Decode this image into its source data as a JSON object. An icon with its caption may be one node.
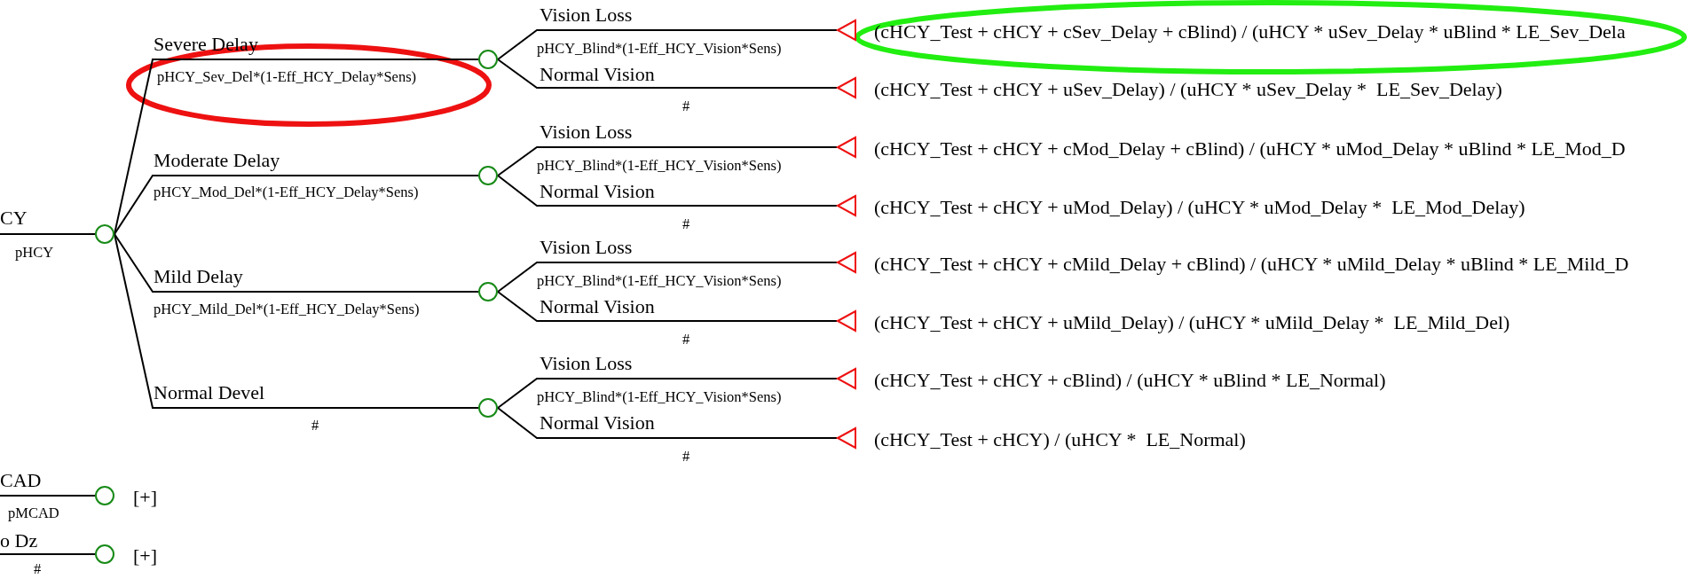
{
  "diagram": {
    "nodes": [
      {
        "text": [],
        "shape": "circle"
      },
      {
        "text": [],
        "shape": "circle"
      },
      {
        "text": [],
        "shape": "triangle",
        "beside": [
          "(cHCY_Test + cHCY + cSev_Delay + cBlind) / (uHCY * uSev_Delay * uBlind * LE_Sev_Dela"
        ]
      },
      {
        "text": [],
        "shape": "triangle",
        "beside": [
          "(cHCY_Test + cHCY + uSev_Delay) / (uHCY * uSev_Delay *  LE_Sev_Delay)"
        ]
      },
      {
        "text": [],
        "shape": "circle"
      },
      {
        "text": [],
        "shape": "triangle",
        "beside": [
          "(cHCY_Test + cHCY + cMod_Delay + cBlind) / (uHCY * uMod_Delay * uBlind * LE_Mod_D"
        ]
      },
      {
        "text": [],
        "shape": "triangle",
        "beside": [
          "(cHCY_Test + cHCY + uMod_Delay) / (uHCY * uMod_Delay *  LE_Mod_Delay)"
        ]
      },
      {
        "text": [],
        "shape": "circle"
      },
      {
        "text": [],
        "shape": "triangle",
        "beside": [
          "(cHCY_Test + cHCY + cMild_Delay + cBlind) / (uHCY * uMild_Delay * uBlind * LE_Mild_D"
        ]
      },
      {
        "text": [],
        "shape": "triangle",
        "beside": [
          "(cHCY_Test + cHCY + uMild_Delay) / (uHCY * uMild_Delay *  LE_Mild_Del)"
        ]
      },
      {
        "text": [],
        "shape": "circle"
      },
      {
        "text": [],
        "shape": "triangle",
        "beside": [
          "(cHCY_Test + cHCY + cBlind) / (uHCY * uBlind * LE_Normal)"
        ]
      },
      {
        "text": [],
        "shape": "triangle",
        "beside": [
          "(cHCY_Test + cHCY) / (uHCY *  LE_Normal)"
        ]
      },
      {
        "text": [],
        "shape": "circle",
        "beside": [
          "[+]"
        ]
      },
      {
        "text": [],
        "shape": "circle",
        "beside": [
          "[+]"
        ]
      }
    ],
    "edges": [
      {
        "from": null,
        "to": 0,
        "arrow": "none",
        "label": "CY"
      },
      {
        "from": 0,
        "to": 1,
        "arrow": "none",
        "label": "Severe Delay"
      },
      {
        "from": 1,
        "to": 2,
        "arrow": "none",
        "label": "Vision Loss"
      },
      {
        "from": 1,
        "to": 3,
        "arrow": "none",
        "label": "Normal Vision"
      },
      {
        "from": 0,
        "to": 4,
        "arrow": "none",
        "label": "Moderate Delay"
      },
      {
        "from": 4,
        "to": 5,
        "arrow": "none",
        "label": "Vision Loss"
      },
      {
        "from": 4,
        "to": 6,
        "arrow": "none",
        "label": "Normal Vision"
      },
      {
        "from": 0,
        "to": 7,
        "arrow": "none",
        "label": "Mild Delay"
      },
      {
        "from": 7,
        "to": 8,
        "arrow": "none",
        "label": "Vision Loss"
      },
      {
        "from": 7,
        "to": 9,
        "arrow": "none",
        "label": "Normal Vision"
      },
      {
        "from": 0,
        "to": 10,
        "arrow": "none",
        "label": "Normal Devel"
      },
      {
        "from": 10,
        "to": 11,
        "arrow": "none",
        "label": "Vision Loss"
      },
      {
        "from": 10,
        "to": 12,
        "arrow": "none",
        "label": "Normal Vision"
      },
      {
        "from": null,
        "to": 13,
        "arrow": "none",
        "label": "CAD"
      },
      {
        "from": null,
        "to": 14,
        "arrow": "none",
        "label": "o Dz"
      }
    ],
    "labels": [
      "pHCY",
      "pHCY_Sev_Del*(1-Eff_HCY_Delay*Sens)",
      "pHCY_Blind*(1-Eff_HCY_Vision*Sens)",
      "#",
      "pHCY_Mod_Del*(1-Eff_HCY_Delay*Sens)",
      "pHCY_Blind*(1-Eff_HCY_Vision*Sens)",
      "#",
      "pHCY_Mild_Del*(1-Eff_HCY_Delay*Sens)",
      "pHCY_Blind*(1-Eff_HCY_Vision*Sens)",
      "#",
      "#",
      "pHCY_Blind*(1-Eff_HCY_Vision*Sens)",
      "#",
      "pMCAD",
      "#"
    ]
  }
}
